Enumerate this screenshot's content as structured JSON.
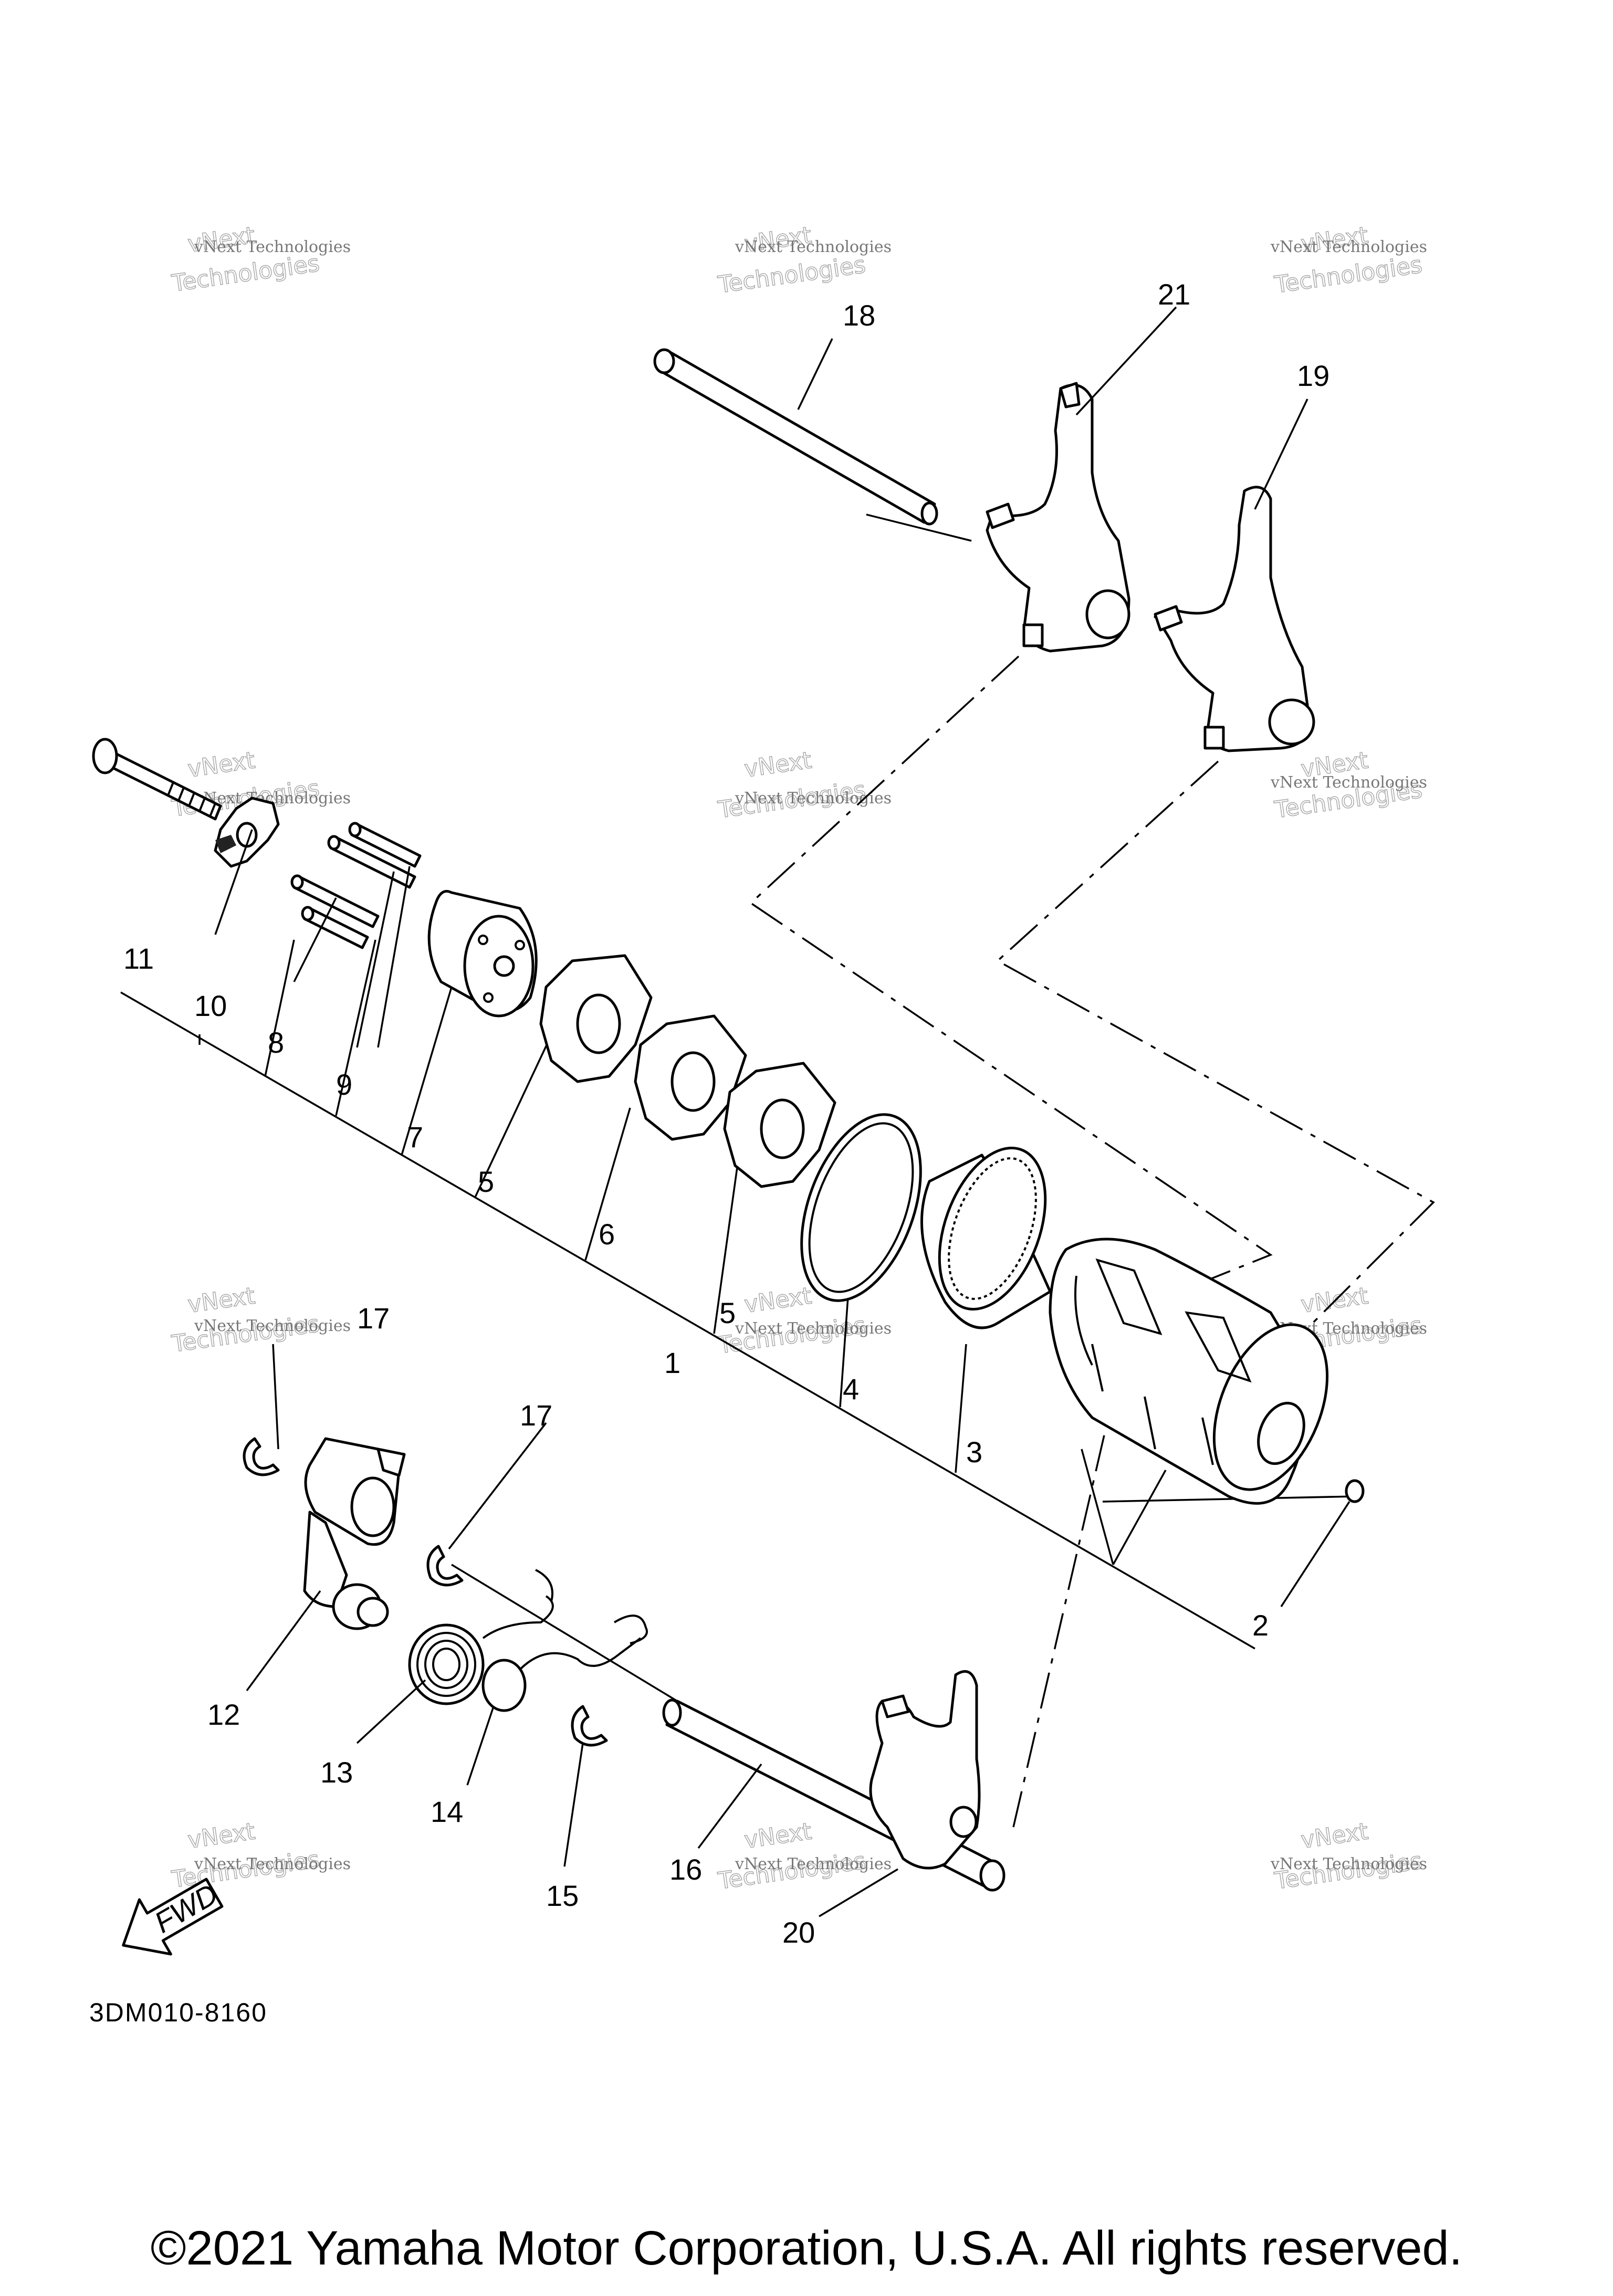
{
  "diagram_code": "3DM010-8160",
  "copyright": "©2021 Yamaha Motor Corporation, U.S.A. All rights reserved.",
  "watermark": {
    "line1": "vNext Technologies",
    "line2": "vNext",
    "line3": "Technologies"
  },
  "fwd_label": "FWD",
  "callouts": [
    "1",
    "2",
    "3",
    "4",
    "5",
    "5",
    "6",
    "7",
    "8",
    "9",
    "10",
    "11",
    "12",
    "13",
    "14",
    "15",
    "16",
    "17",
    "17",
    "18",
    "19",
    "20",
    "21"
  ]
}
